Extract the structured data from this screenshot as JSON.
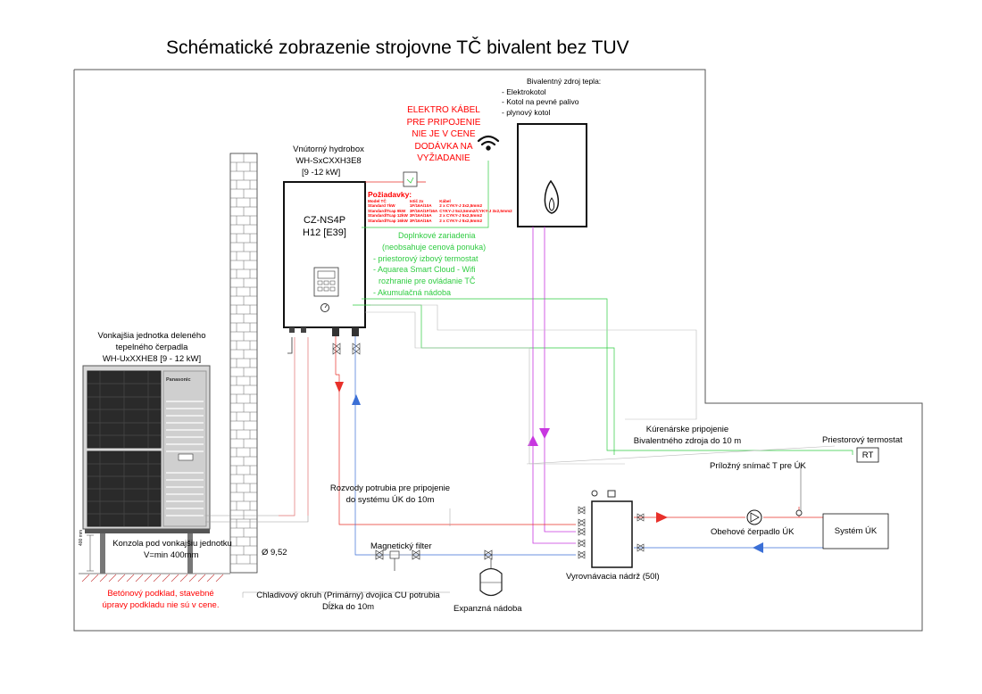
{
  "title": "Schématické zobrazenie strojovne TČ bivalent bez TUV",
  "indoor_unit": {
    "heading": [
      "Vnútorný hydrobox",
      "WH-SxCXXH3E8",
      "[9 -12 kW]"
    ],
    "model": [
      "CZ-NS4P",
      "H12 [E39]"
    ]
  },
  "outdoor_unit": {
    "heading": [
      "Vonkajšia jednotka deleného",
      "tepelného čerpadla",
      "WH-UxXXHE8 [9 - 12 kW]"
    ],
    "brand": "Panasonic"
  },
  "electric_note": [
    "ELEKTRO KÁBEL",
    "PRE PRIPOJENIE",
    "NIE JE V CENE",
    "DODÁVKA NA",
    "VYŽIADANIE"
  ],
  "bivalent_source": {
    "heading": "Bivalentný zdroj tepla:",
    "items": [
      "- Elektrokotol",
      "- Kotol na pevné palivo",
      "- plynový kotol"
    ]
  },
  "requirements": {
    "heading": "Požiadavky:",
    "columns": [
      "Model TČ",
      "Istič 2x",
      "Kábel"
    ],
    "rows": [
      [
        "Standard 7kW",
        "1F/16A/10A",
        "2 x CYKY-J 3x2,5mm2"
      ],
      [
        "Standard/Tcap 9kW",
        "3F/16A/1F/16A",
        "CYKY-J 5x2,5mm2/CYKY-J 3x2,5mm2"
      ],
      [
        "Standard/Tcap 12kW",
        "3F/16A/16A",
        "2 x CYKY-J 5x2,5mm2"
      ],
      [
        "Standard/Tcap 16kW",
        "3F/16A/16A",
        "2 x CYKY-J 5x2,5mm2"
      ]
    ]
  },
  "accessories": {
    "lines": [
      "Doplnkové zariadenia",
      "(neobsahuje cenová ponuka)",
      "- priestorový izbový termostat",
      "- Aquarea Smart Cloud - Wifi",
      "rozhranie pre ovládanie TČ",
      "- Akumulačná nádoba"
    ]
  },
  "labels": {
    "heating_connection": [
      "Kúrenárske pripojenie",
      "Bivalentného zdroja do 10 m"
    ],
    "room_thermostat": "Priestorový termostat",
    "rt": "RT",
    "sensor": "Príložný snímač T pre ÚK",
    "pipe_distribution": [
      "Rozvody potrubia pre pripojenie",
      "do systému ÚK do 10m"
    ],
    "magnetic_filter": "Magnetický filter",
    "circulation_pump": "Obehové čerpadlo ÚK",
    "heating_system": "Systém ÚK",
    "buffer_tank": "Vyrovnávacia nádrž (50l)",
    "expansion_vessel": "Expanzná nádoba",
    "bracket": [
      "Konzola pod vonkajšiu jednotku",
      "V=min 400mm"
    ],
    "diameter": "Ø 9,52",
    "foundation": [
      "Betónový podklad, stavebné",
      "úpravy podkladu nie sú v cene."
    ],
    "refrigerant": [
      "Chladivový okruh (Primárny) dvojica CU potrubia",
      "Dĺžka do 10m"
    ],
    "dimension": "400 mm"
  },
  "colors": {
    "supply": "#e8302a",
    "return": "#3b6fd6",
    "bivalent": "#c837e0",
    "signal": "#2ecc40",
    "note_red": "#ff0000"
  }
}
